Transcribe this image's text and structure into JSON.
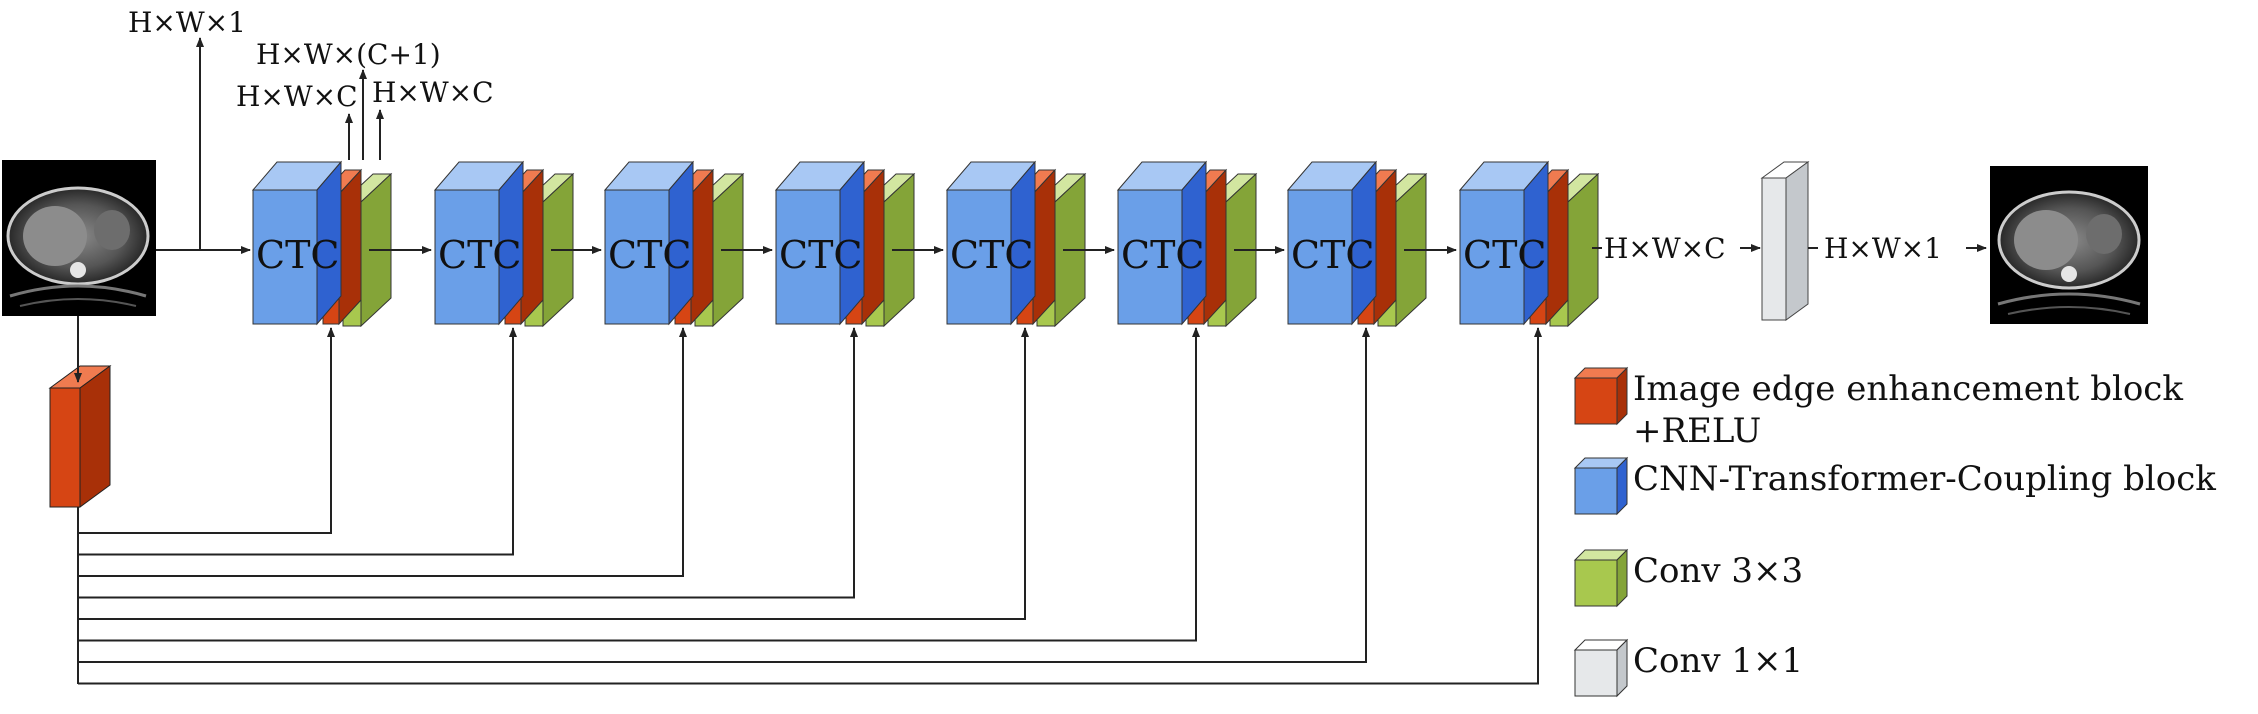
{
  "diagram": {
    "block_label": "CTC",
    "block_count": 8,
    "labels": {
      "out_hw1_top": "H×W×1",
      "out_hwc1": "H×W×(C+1)",
      "out_hwc_left": "H×W×C",
      "out_hwc_right": "H×W×C",
      "after_blocks": "H×W×C",
      "after_conv1": "H×W×1"
    },
    "legend": [
      {
        "id": "edge",
        "lines": [
          "Image edge enhancement block",
          "+RELU"
        ],
        "color": "#d64514"
      },
      {
        "id": "ctc",
        "lines": [
          "CNN-Transformer-Coupling block"
        ],
        "color": "#6a9fe8"
      },
      {
        "id": "conv3",
        "lines": [
          "Conv 3×3"
        ],
        "color": "#a8c84e"
      },
      {
        "id": "conv1",
        "lines": [
          "Conv 1×1"
        ],
        "color": "#e6e8ea"
      }
    ],
    "colors": {
      "ctc_front": "#6a9fe8",
      "ctc_top": "#a8c8f4",
      "ctc_side": "#2f62d0",
      "edge_front": "#d64514",
      "edge_top": "#f07b50",
      "edge_side": "#a83008",
      "conv3_front": "#a8c84e",
      "conv3_top": "#d2e6a0",
      "conv3_side": "#84a438",
      "conv1_front": "#e6e8ea",
      "conv1_top": "#ffffff",
      "conv1_side": "#c4c8cc"
    }
  }
}
